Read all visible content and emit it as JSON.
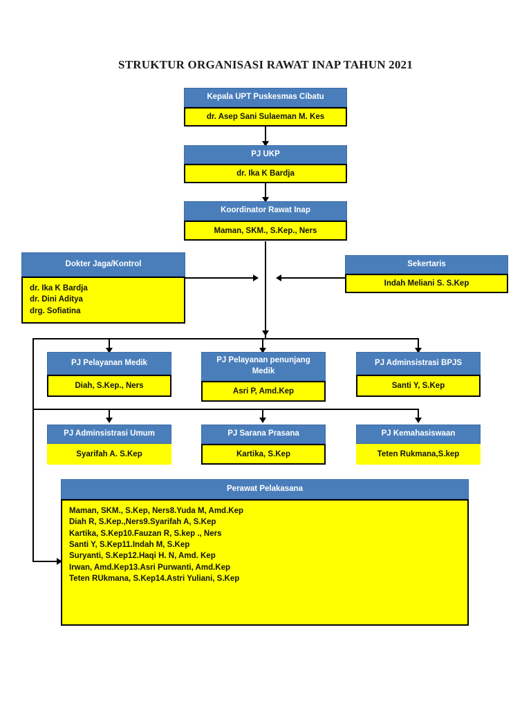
{
  "title": "STRUKTUR ORGANISASI RAWAT INAP TAHUN 2021",
  "colors": {
    "header_blue": "#4a7ebb",
    "body_yellow": "#ffff00",
    "line_black": "#000000",
    "header_text": "#ffffff",
    "body_text": "#111111",
    "background": "#ffffff"
  },
  "nodes": {
    "kepala": {
      "title": "Kepala UPT Puskesmas Cibatu",
      "name": "dr. Asep Sani Sulaeman M. Kes"
    },
    "pj_ukp": {
      "title": "PJ UKP",
      "name": "dr. Ika K Bardja"
    },
    "koordinator": {
      "title": "Koordinator Rawat Inap",
      "name": "Maman, SKM., S.Kep., Ners"
    },
    "dokter_jaga": {
      "title": "Dokter Jaga/Kontrol",
      "names": [
        "dr. Ika K Bardja",
        "dr. Dini Aditya",
        "drg. Sofiatina"
      ]
    },
    "sekertaris": {
      "title": "Sekertaris",
      "name": "Indah Meliani S. S.Kep"
    },
    "pj_pelayanan_medik": {
      "title": "PJ Pelayanan Medik",
      "name": "Diah, S.Kep., Ners"
    },
    "pj_pelayanan_penunjang": {
      "title": "PJ Pelayanan penunjang Medik",
      "name": "Asri P, Amd.Kep"
    },
    "pj_administrasi_bpjs": {
      "title": "PJ Adminsistrasi BPJS",
      "name": "Santi Y, S.Kep"
    },
    "pj_administrasi_umum": {
      "title": "PJ Adminsistrasi Umum",
      "name": "Syarifah A. S.Kep"
    },
    "pj_sarana_prasana": {
      "title": "PJ Sarana Prasana",
      "name": "Kartika, S.Kep"
    },
    "pj_kemahasiswaan": {
      "title": "PJ Kemahasiswaan",
      "name": "Teten Rukmana,S.kep"
    },
    "perawat_pelaksana": {
      "title": "Perawat Pelakasana",
      "names": [
        "Maman, SKM., S.Kep, Ners8.Yuda M, Amd.Kep",
        "Diah R, S.Kep.,Ners9.Syarifah A, S.Kep",
        "Kartika, S.Kep10.Fauzan R, S.kep ., Ners",
        "Santi Y, S.Kep11.Indah M, S.Kep",
        "Suryanti, S.Kep12.Haqi H. N, Amd. Kep",
        "Irwan, Amd.Kep13.Asri Purwanti, Amd.Kep",
        "Teten RUkmana, S.Kep14.Astri Yuliani, S.Kep"
      ]
    }
  }
}
